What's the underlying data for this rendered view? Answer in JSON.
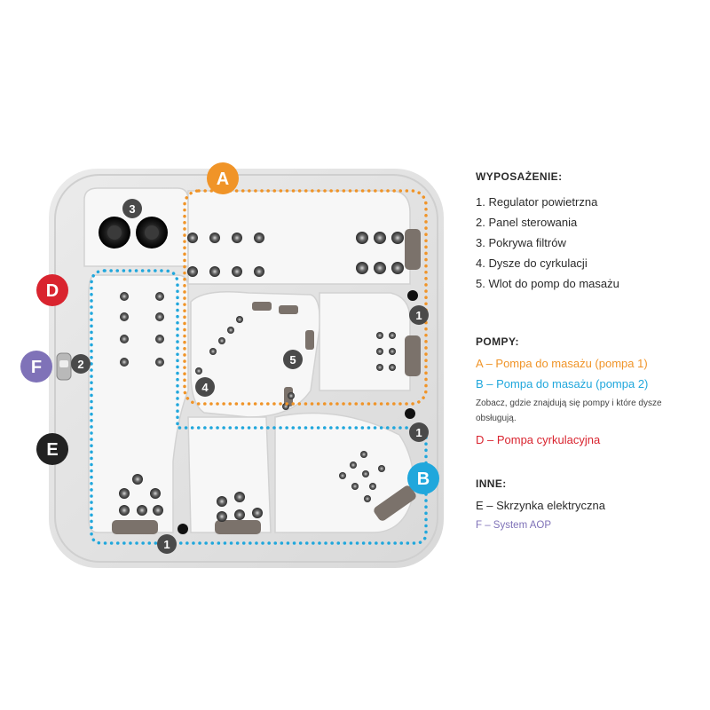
{
  "markers": {
    "A": "A",
    "B": "B",
    "D": "D",
    "E": "E",
    "F": "F",
    "n1": "1",
    "n2": "2",
    "n3": "3",
    "n4": "4",
    "n5": "5"
  },
  "legend": {
    "equipment": {
      "title": "WYPOSAŻENIE:",
      "items": [
        "1. Regulator powietrzna",
        "2. Panel sterowania",
        "3. Pokrywa filtrów",
        "4. Dysze do cyrkulacji",
        "5. Wlot do pomp do masażu"
      ]
    },
    "pumps": {
      "title": "POMPY:",
      "a": "A – Pompa do masażu (pompa 1)",
      "b": "B – Pompa do masażu (pompa 2)",
      "note": "Zobacz, gdzie znajdują się pompy i które dysze obsługują.",
      "d": "D – Pompa cyrkulacyjna"
    },
    "other": {
      "title": "INNE:",
      "e": "E – Skrzynka elektryczna",
      "f": "F – System AOP"
    }
  },
  "colors": {
    "pump_a": "#f09428",
    "pump_b": "#20a7dc",
    "pump_d": "#d9242f",
    "box_e": "#222222",
    "aop_f": "#7f72b8",
    "number_badge": "#4a4a4a"
  }
}
